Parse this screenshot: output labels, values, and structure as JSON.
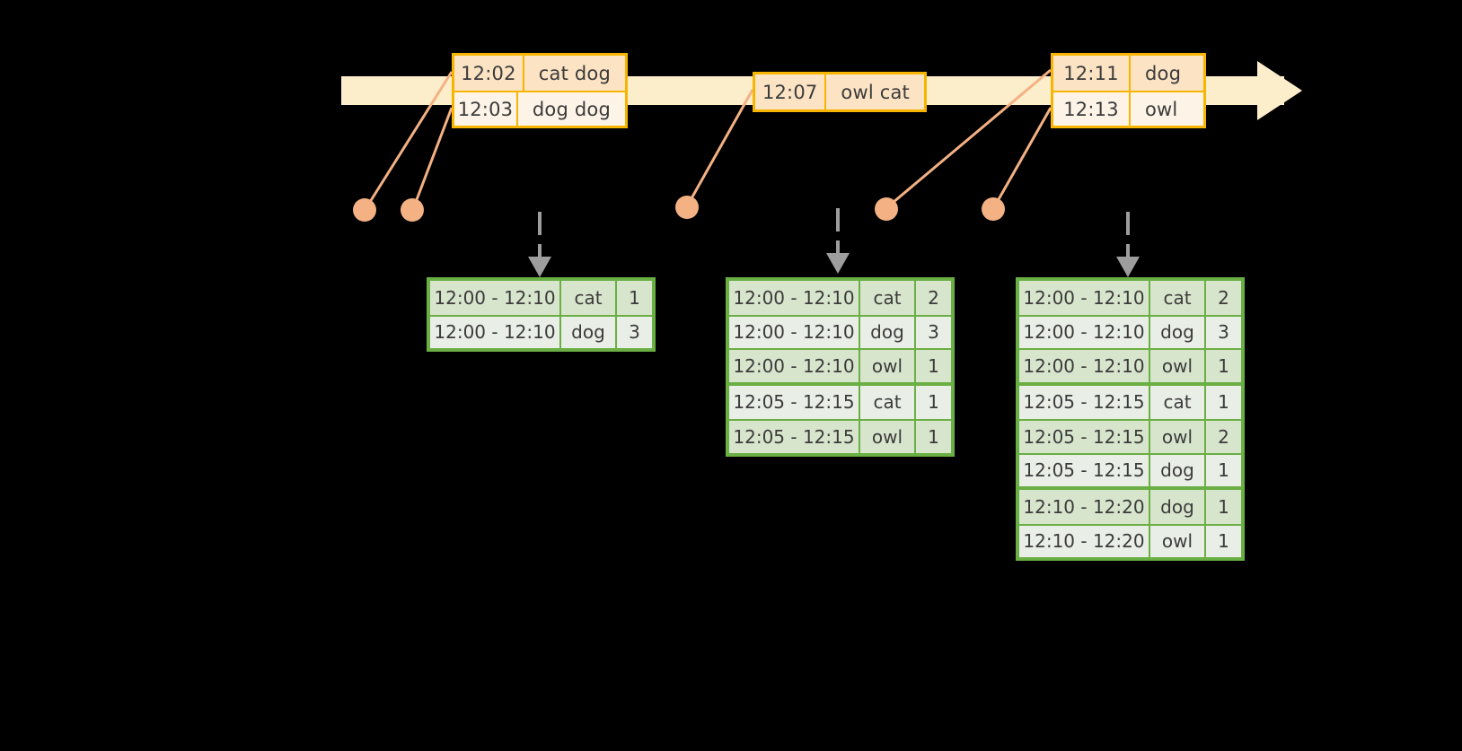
{
  "timeline": {
    "bar_color": "#fdeecb",
    "border_color": "#f7b500",
    "dot_color": "#f4b183",
    "line_color": "#f4b183",
    "arrow_color": "#fdeecb",
    "events": [
      {
        "id": "event-group-1",
        "rows": [
          {
            "time": "12:02",
            "words": "cat dog"
          },
          {
            "time": "12:03",
            "words": "dog dog"
          }
        ]
      },
      {
        "id": "event-group-2",
        "rows": [
          {
            "time": "12:07",
            "words": "owl cat"
          }
        ]
      },
      {
        "id": "event-group-3",
        "rows": [
          {
            "time": "12:11",
            "words": "dog"
          },
          {
            "time": "12:13",
            "words": "owl"
          }
        ]
      }
    ]
  },
  "tables": [
    {
      "id": "result-table-1",
      "border_color": "#6aaf43",
      "groups": [
        {
          "rows": [
            {
              "window": "12:00 - 12:10",
              "word": "cat",
              "count": "1"
            },
            {
              "window": "12:00 - 12:10",
              "word": "dog",
              "count": "3"
            }
          ]
        }
      ]
    },
    {
      "id": "result-table-2",
      "border_color": "#6aaf43",
      "groups": [
        {
          "rows": [
            {
              "window": "12:00 - 12:10",
              "word": "cat",
              "count": "2"
            },
            {
              "window": "12:00 - 12:10",
              "word": "dog",
              "count": "3"
            },
            {
              "window": "12:00 - 12:10",
              "word": "owl",
              "count": "1"
            }
          ]
        },
        {
          "rows": [
            {
              "window": "12:05 - 12:15",
              "word": "cat",
              "count": "1"
            },
            {
              "window": "12:05 - 12:15",
              "word": "owl",
              "count": "1"
            }
          ]
        }
      ]
    },
    {
      "id": "result-table-3",
      "border_color": "#6aaf43",
      "groups": [
        {
          "rows": [
            {
              "window": "12:00 - 12:10",
              "word": "cat",
              "count": "2"
            },
            {
              "window": "12:00 - 12:10",
              "word": "dog",
              "count": "3"
            },
            {
              "window": "12:00 - 12:10",
              "word": "owl",
              "count": "1"
            }
          ]
        },
        {
          "rows": [
            {
              "window": "12:05 - 12:15",
              "word": "cat",
              "count": "1"
            },
            {
              "window": "12:05 - 12:15",
              "word": "owl",
              "count": "2"
            },
            {
              "window": "12:05 - 12:15",
              "word": "dog",
              "count": "1"
            }
          ]
        },
        {
          "rows": [
            {
              "window": "12:10 - 12:20",
              "word": "dog",
              "count": "1"
            },
            {
              "window": "12:10 - 12:20",
              "word": "owl",
              "count": "1"
            }
          ]
        }
      ]
    }
  ]
}
